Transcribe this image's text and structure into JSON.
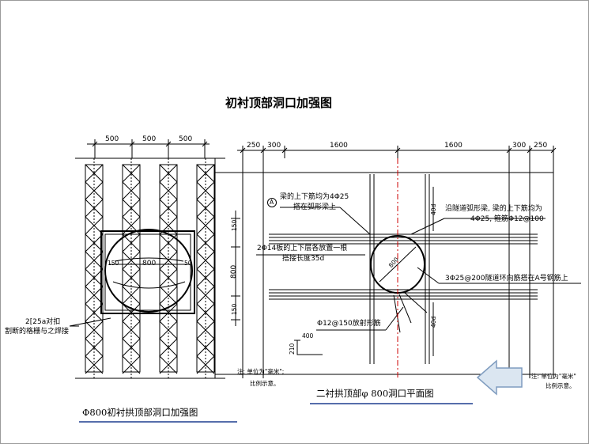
{
  "title": "初衬顶部洞口加强图",
  "left_plan": {
    "dims_top": [
      "500",
      "500",
      "500"
    ],
    "opening_dim": "800",
    "side_dim_left": "150",
    "side_dim_right": "50",
    "note_line1": "2[25a对扣",
    "note_line2": "割断的格栅与之焊接",
    "caption": "Φ800初衬拱顶部洞口加强图"
  },
  "right_plan": {
    "dims_top": [
      "250",
      "300",
      "1600",
      "1600",
      "300",
      "250"
    ],
    "dims_vertical": [
      "150",
      "800",
      "150"
    ],
    "dim_40d_top": "40d",
    "dim_40d_bottom": "40d",
    "circle_dim": "800",
    "marker": "A",
    "note_a_line1": "梁的上下筋均为4Φ25",
    "note_a_line2": "搭在弧形梁上",
    "note_b_line1": "2Φ14板的上下层各放置一根",
    "note_b_line2": "搭接长度35d",
    "note_c_line1": "沿隧道弧形梁, 梁的上下筋均为",
    "note_c_line2": "4Φ25, 箍筋Φ12@100",
    "note_d": "3Φ25@200隧道环向筋搭在A号钢筋上",
    "note_e": "Φ12@150放射形筋",
    "dim_400": "400",
    "dim_210": "210",
    "unit_note_line1": "注: 单位为\"毫米\";",
    "unit_note_line2": "比例示意。",
    "caption": "二衬拱顶部φ 800洞口平面图"
  },
  "right_note": {
    "line1": "注: 单位为\"毫米\"",
    "line2": "比例示意。"
  },
  "colors": {
    "line": "#000000",
    "centerline": "#cc0000",
    "arrow_fill": "#dbe6f1",
    "arrow_stroke": "#7f9cbf",
    "caption_line": "#1f3f8f"
  }
}
